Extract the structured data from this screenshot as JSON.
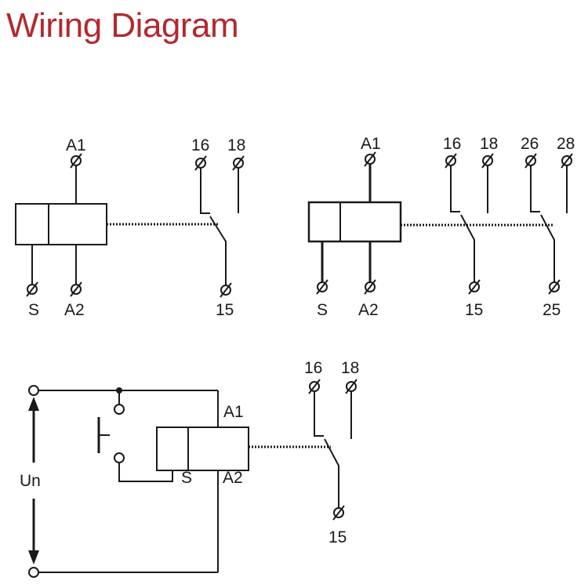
{
  "title": "Wiring Diagram",
  "diagram1": {
    "labels": {
      "a1": "A1",
      "s": "S",
      "a2": "A2",
      "c16": "16",
      "c18": "18",
      "c15": "15"
    }
  },
  "diagram2": {
    "labels": {
      "a1": "A1",
      "s": "S",
      "a2": "A2",
      "c16": "16",
      "c18": "18",
      "c15": "15",
      "c26": "26",
      "c28": "28",
      "c25": "25"
    }
  },
  "diagram3": {
    "labels": {
      "a1": "A1",
      "s": "S",
      "a2": "A2",
      "un": "Un",
      "c16": "16",
      "c18": "18",
      "c15": "15"
    }
  }
}
